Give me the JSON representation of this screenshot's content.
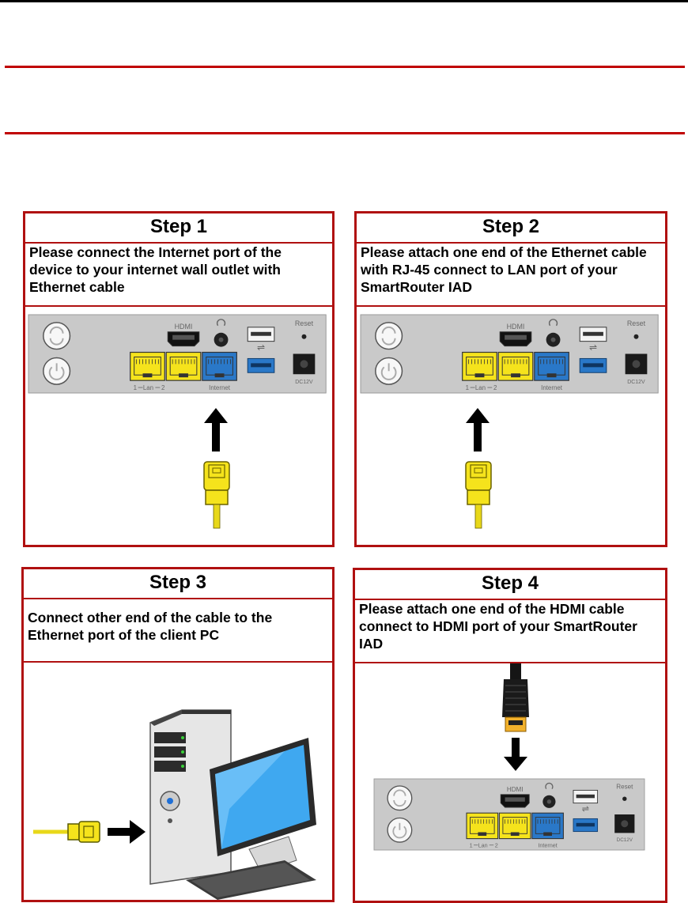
{
  "steps": [
    {
      "title": "Step 1",
      "description": "Please connect the Internet port of the device to your internet wall outlet with Ethernet cable",
      "target_port": "Internet"
    },
    {
      "title": "Step 2",
      "description": "Please attach one end of the Ethernet cable with RJ-45 connect to LAN port of your SmartRouter IAD",
      "target_port": "Lan"
    },
    {
      "title": "Step 3",
      "description": "Connect other end of the cable to the Ethernet port of the client PC"
    },
    {
      "title": "Step 4",
      "description": "Please attach one end of the HDMI cable connect to HDMI port of your SmartRouter IAD",
      "target_port": "HDMI"
    }
  ],
  "router_panel": {
    "hdmi_label": "HDMI",
    "reset_label": "Reset",
    "port_1": "1",
    "lan_label": "Lan",
    "port_2": "2",
    "internet_label": "Internet",
    "dc_label": "DC12V"
  },
  "colors": {
    "frame_red": "#b01010",
    "rule_red": "#c00000",
    "lan_yellow": "#f5e31c",
    "internet_blue": "#2a78c8",
    "panel_gray": "#c9c9c9"
  }
}
